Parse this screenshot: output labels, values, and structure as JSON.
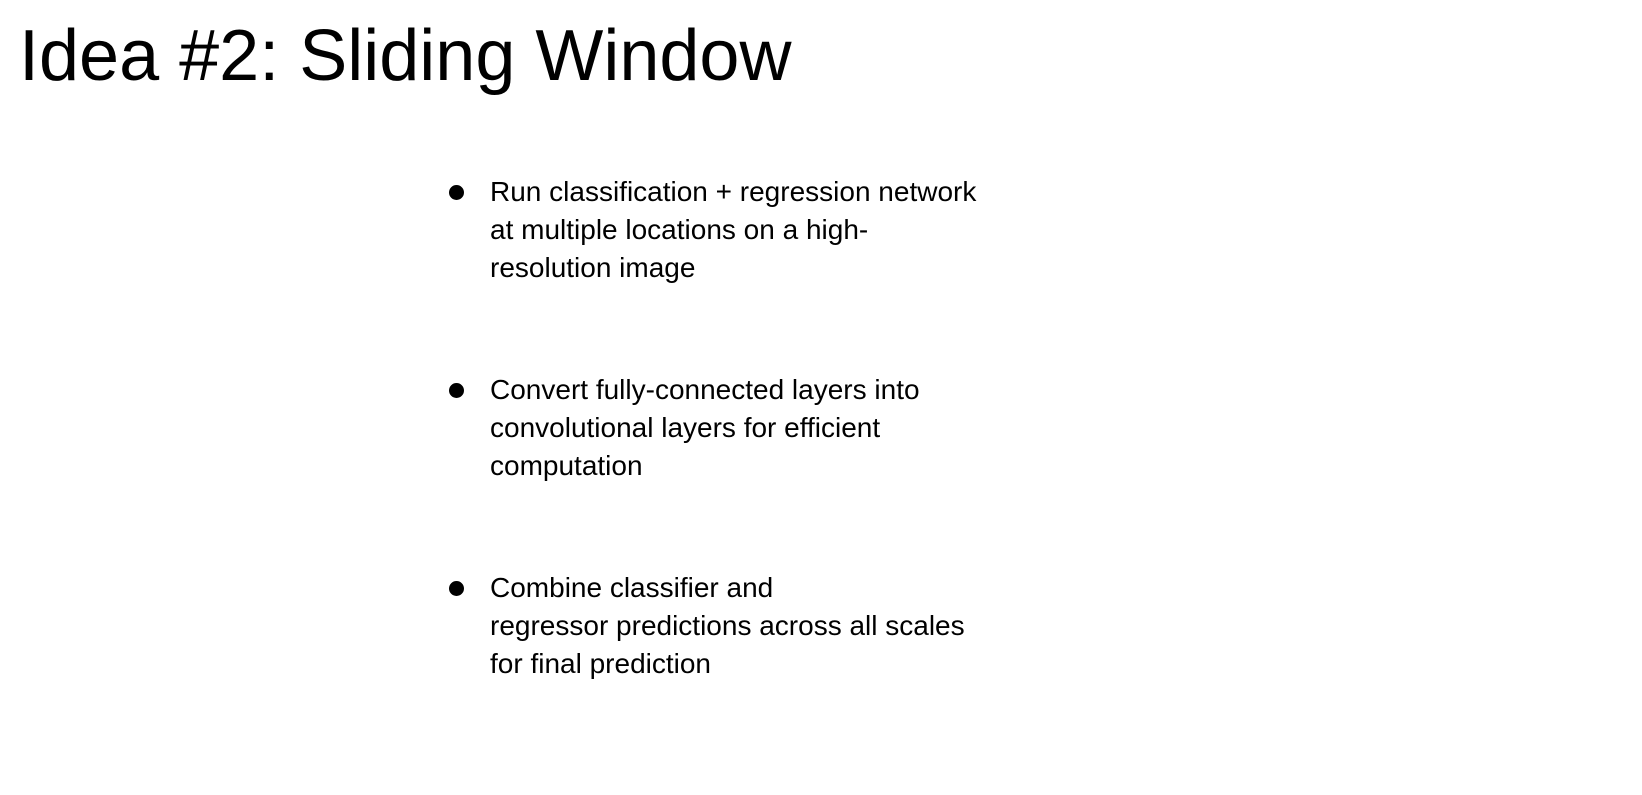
{
  "slide": {
    "title": "Idea #2: Sliding Window",
    "bullets": [
      {
        "text": "Run classification + regression network\nat multiple locations on a high-\nresolution image"
      },
      {
        "text": "Convert fully-connected layers into\nconvolutional layers for efficient\ncomputation"
      },
      {
        "text": "Combine classifier and\nregressor predictions across all scales\nfor final prediction"
      }
    ],
    "bullet_glyph": "filled-circle",
    "colors": {
      "background": "#ffffff",
      "text": "#000000"
    }
  }
}
